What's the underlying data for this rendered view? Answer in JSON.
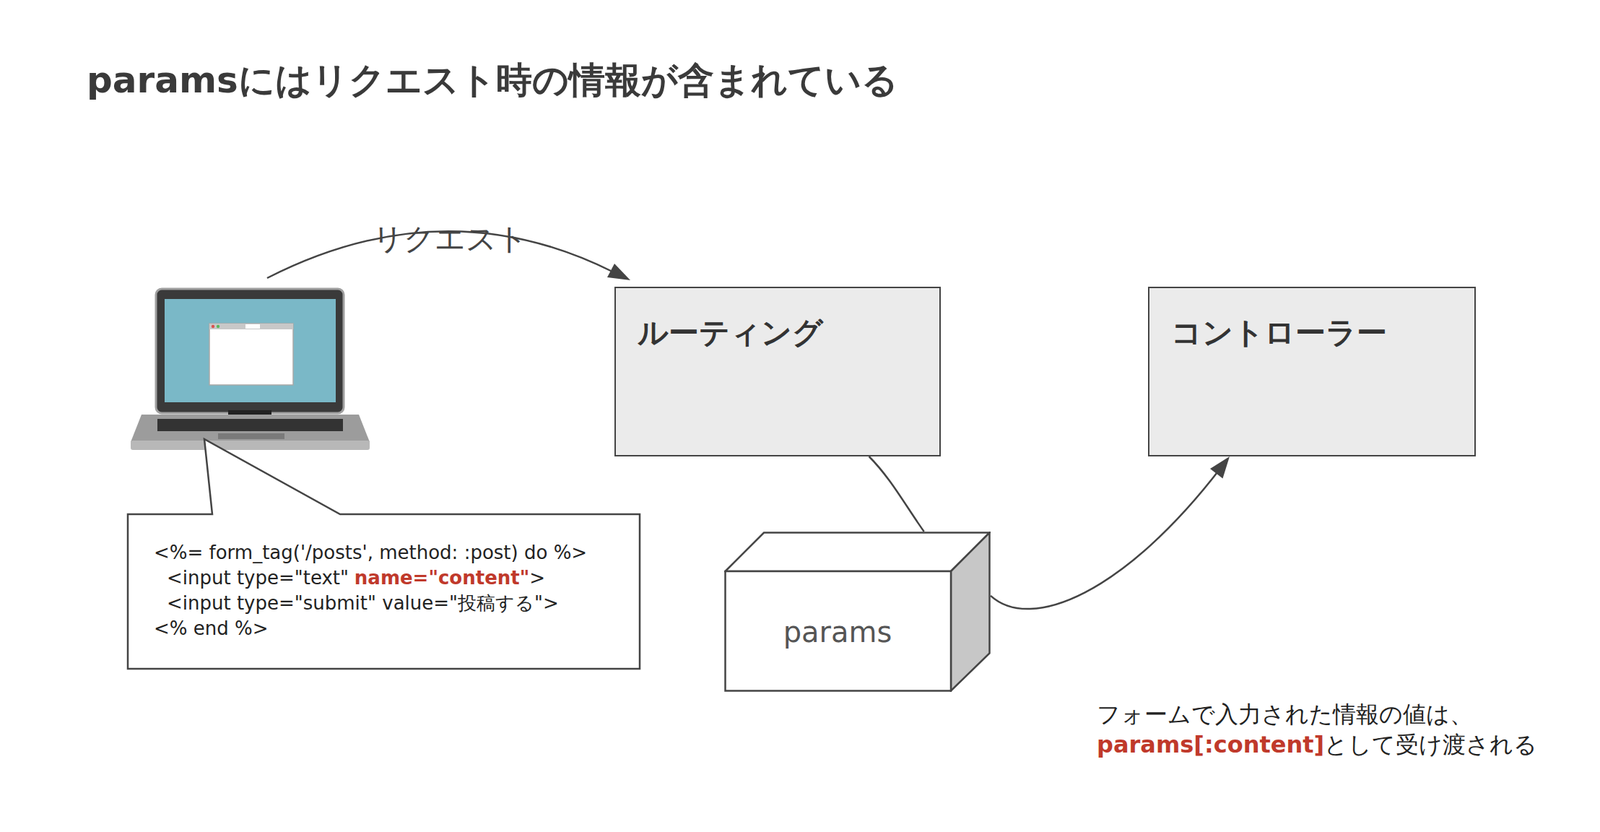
{
  "diagram": {
    "title": "paramsにはリクエスト時の情報が含まれている",
    "nodes": [
      {
        "text": [
          "ルーティング"
        ]
      },
      {
        "text": [
          "コントローラー"
        ]
      },
      {
        "text": [
          "<%= form_tag('/posts', method: :post) do %>",
          "<input type=\"text\"",
          "name=\"content\"",
          ">",
          "<input type=\"submit\" value=\"投稿する\">",
          "<% end %>"
        ]
      },
      {
        "text": [
          "params"
        ]
      }
    ],
    "edges": [
      {
        "from": 0,
        "to": 3,
        "arrow": "none"
      },
      {
        "from": 3,
        "to": 1,
        "arrow": "to"
      }
    ],
    "labels": [
      "リクエスト",
      "フォームで入力された情報の値は、",
      "params[:content]",
      "として受け渡される"
    ]
  }
}
